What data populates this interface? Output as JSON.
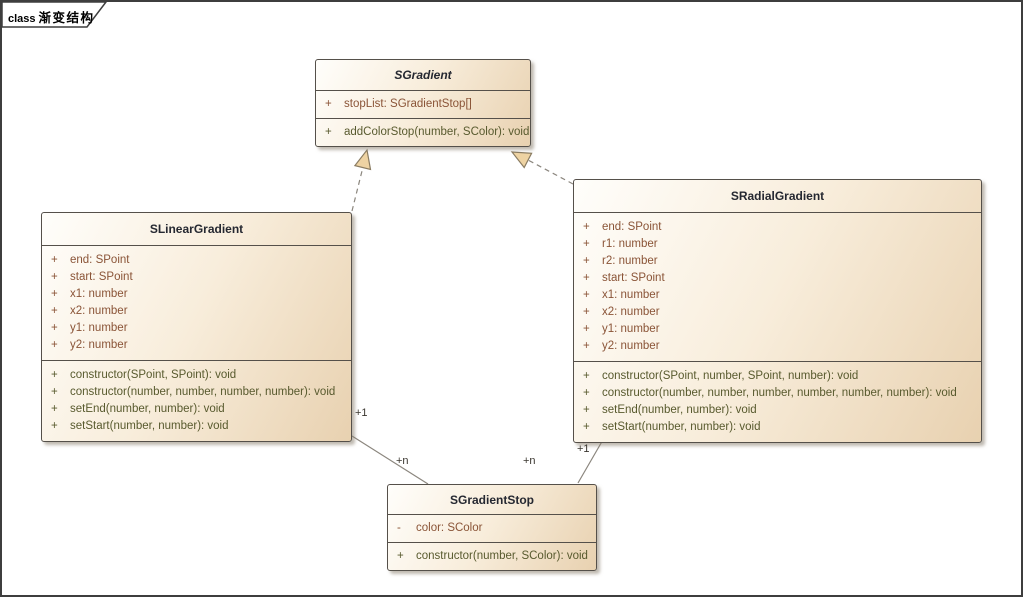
{
  "frame": {
    "keyword": "class",
    "title": "渐变结构"
  },
  "classes": [
    {
      "name": "SGradient",
      "abstract": true,
      "attributes": [
        {
          "vis": "+",
          "text": "stopList: SGradientStop[]"
        }
      ],
      "operations": [
        {
          "vis": "+",
          "text": "addColorStop(number, SColor): void"
        }
      ]
    },
    {
      "name": "SLinearGradient",
      "abstract": false,
      "attributes": [
        {
          "vis": "+",
          "text": "end: SPoint"
        },
        {
          "vis": "+",
          "text": "start: SPoint"
        },
        {
          "vis": "+",
          "text": "x1: number"
        },
        {
          "vis": "+",
          "text": "x2: number"
        },
        {
          "vis": "+",
          "text": "y1: number"
        },
        {
          "vis": "+",
          "text": "y2: number"
        }
      ],
      "operations": [
        {
          "vis": "+",
          "text": "constructor(SPoint, SPoint): void"
        },
        {
          "vis": "+",
          "text": "constructor(number, number, number, number): void"
        },
        {
          "vis": "+",
          "text": "setEnd(number, number): void"
        },
        {
          "vis": "+",
          "text": "setStart(number, number): void"
        }
      ]
    },
    {
      "name": "SRadialGradient",
      "abstract": false,
      "attributes": [
        {
          "vis": "+",
          "text": "end: SPoint"
        },
        {
          "vis": "+",
          "text": "r1: number"
        },
        {
          "vis": "+",
          "text": "r2: number"
        },
        {
          "vis": "+",
          "text": "start: SPoint"
        },
        {
          "vis": "+",
          "text": "x1: number"
        },
        {
          "vis": "+",
          "text": "x2: number"
        },
        {
          "vis": "+",
          "text": "y1: number"
        },
        {
          "vis": "+",
          "text": "y2: number"
        }
      ],
      "operations": [
        {
          "vis": "+",
          "text": "constructor(SPoint, number, SPoint, number): void"
        },
        {
          "vis": "+",
          "text": "constructor(number, number, number, number, number, number): void"
        },
        {
          "vis": "+",
          "text": "setEnd(number, number): void"
        },
        {
          "vis": "+",
          "text": "setStart(number, number): void"
        }
      ]
    },
    {
      "name": "SGradientStop",
      "abstract": false,
      "attributes": [
        {
          "vis": "-",
          "text": "color: SColor"
        }
      ],
      "operations": [
        {
          "vis": "+",
          "text": "constructor(number, SColor): void"
        }
      ]
    }
  ],
  "relations": {
    "linear_to_stop": {
      "source_mult": "+1",
      "target_mult": "+n"
    },
    "radial_to_stop": {
      "source_mult": "+1",
      "target_mult": "+n"
    }
  },
  "colors": {
    "box_fill_light": "#fffefb",
    "box_fill_dark": "#e8d1b0",
    "box_border": "#55504a",
    "title_text": "#252831",
    "attribute_text": "#8a5437",
    "operation_text": "#585a2e",
    "connector_line": "#8b867e",
    "arrowhead_fill": "#eed3a3",
    "frame_border": "#3e3e3e"
  }
}
